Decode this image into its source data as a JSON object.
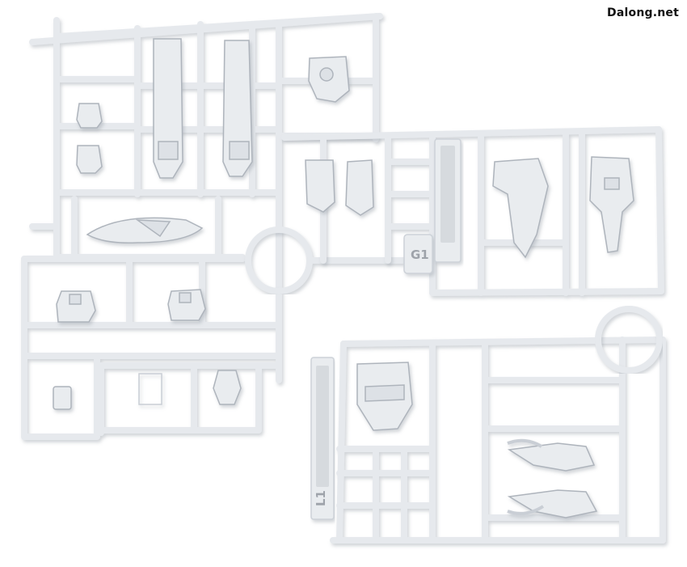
{
  "photo": {
    "subject": "",
    "watermark": "Dalong.net",
    "runner_labels": {
      "upper": "G1",
      "lower": "L1"
    },
    "colors": {
      "background": "#ffffff",
      "plastic": "#e9ecef",
      "plastic_shadow": "#c9ced5",
      "plastic_edge": "#aeb4bc"
    }
  }
}
